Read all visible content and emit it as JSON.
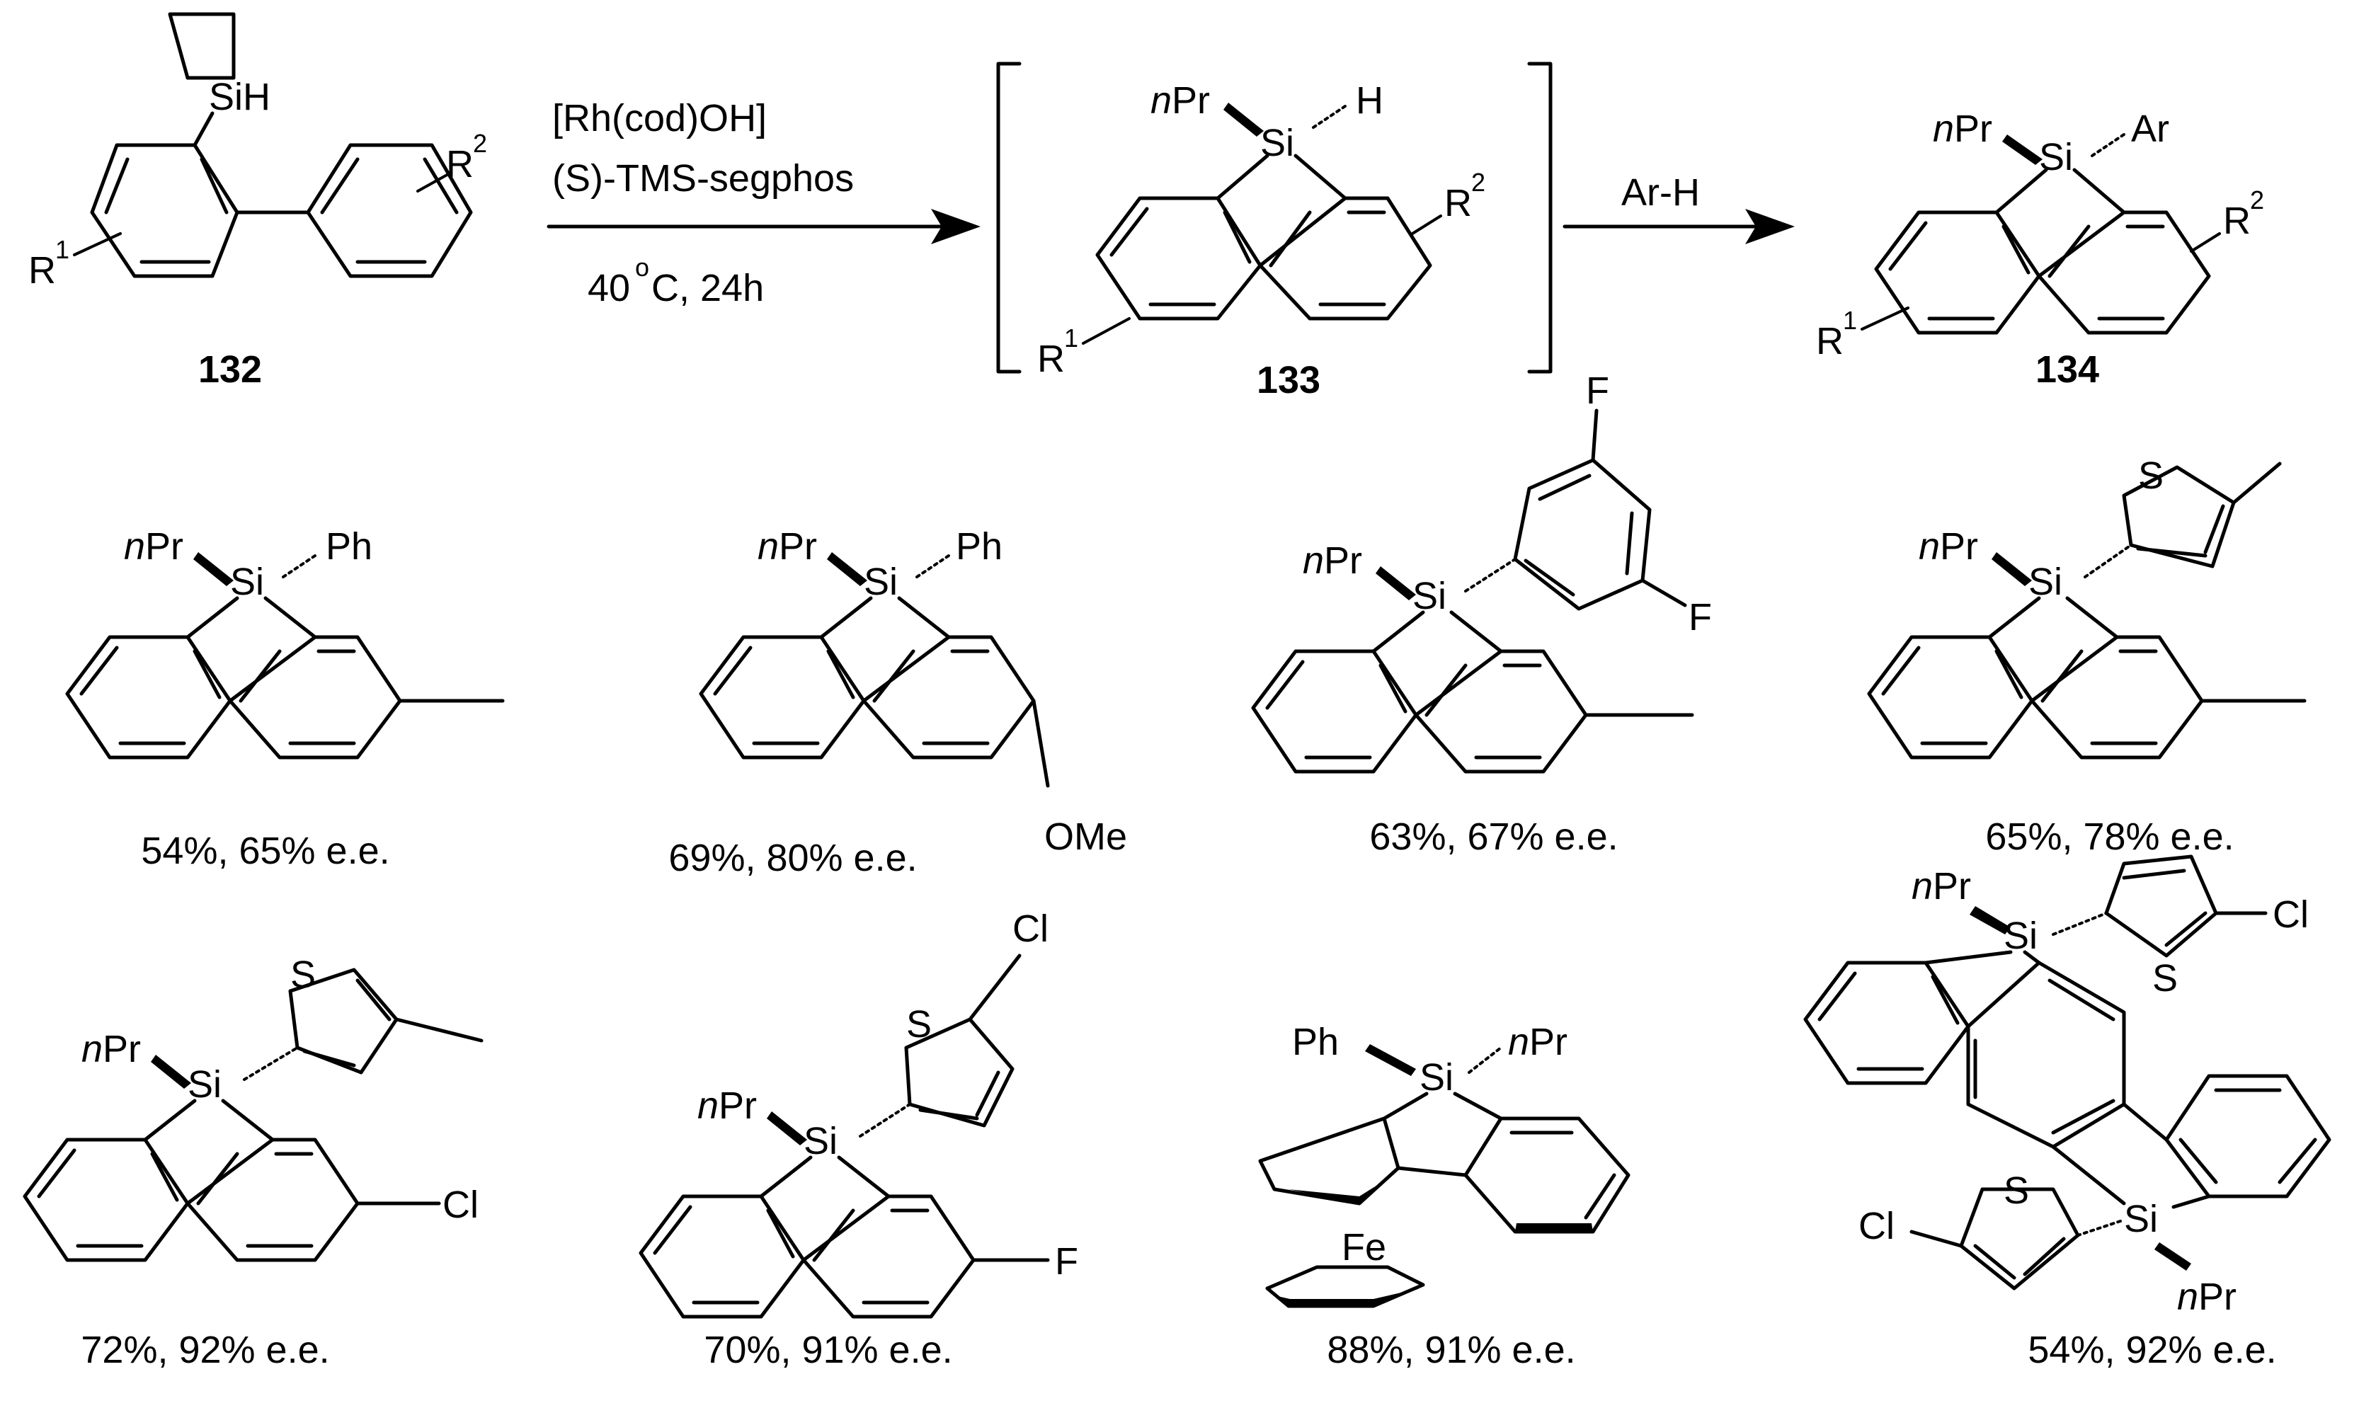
{
  "scheme": {
    "compounds": {
      "c132": "132",
      "c133": "133",
      "c134": "134"
    },
    "reagents": {
      "catalyst": "[Rh(cod)OH]",
      "ligand": "(S)-TMS-segphos",
      "temp": "40",
      "temp_unit": "C, 24h",
      "second_step": "Ar-H"
    },
    "atoms": {
      "SiH": "SiH",
      "Si": "Si",
      "H": "H",
      "R": "R",
      "R1_sup": "1",
      "R2_sup": "2",
      "nPr_n": "n",
      "nPr_Pr": "Pr",
      "Ar": "Ar",
      "Ph": "Ph",
      "F": "F",
      "S": "S",
      "Cl": "Cl",
      "OMe": "OMe",
      "Fe": "Fe"
    }
  },
  "products": [
    {
      "yield_text": "54%, 65% e.e."
    },
    {
      "yield_text": "69%, 80% e.e."
    },
    {
      "yield_text": "63%, 67% e.e."
    },
    {
      "yield_text": "65%, 78% e.e."
    },
    {
      "yield_text": "72%, 92% e.e."
    },
    {
      "yield_text": "70%, 91% e.e."
    },
    {
      "yield_text": "88%, 91% e.e."
    },
    {
      "yield_text": "54%, 92% e.e."
    }
  ]
}
